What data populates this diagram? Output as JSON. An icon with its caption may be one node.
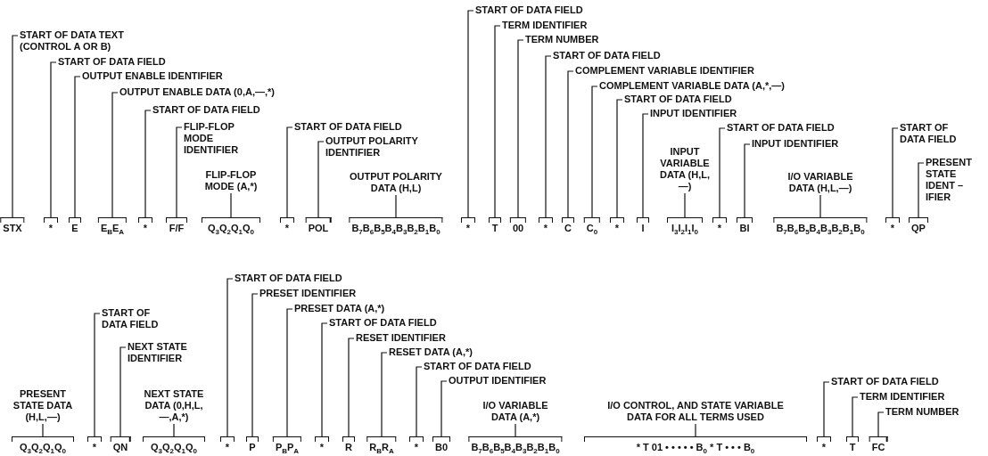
{
  "diagram": {
    "nodes": [
      {
        "text": [
          "STX"
        ]
      },
      {
        "text": [
          "*"
        ]
      },
      {
        "text": [
          "E"
        ]
      },
      {
        "text": [
          "E$_{B}$E$_{A}$"
        ]
      },
      {
        "text": [
          "*"
        ]
      },
      {
        "text": [
          "F/F"
        ]
      },
      {
        "text": [
          "Q$_{3}$Q$_{2}$Q$_{1}$Q$_{0}$"
        ]
      },
      {
        "text": [
          "*"
        ]
      },
      {
        "text": [
          "POL"
        ]
      },
      {
        "text": [
          "B$_{7}$B$_{6}$B$_{5}$B$_{4}$B$_{3}$B$_{2}$B$_{1}$B$_{0}$"
        ]
      },
      {
        "text": [
          "*"
        ]
      },
      {
        "text": [
          "T"
        ]
      },
      {
        "text": [
          "00"
        ]
      },
      {
        "text": [
          "*"
        ]
      },
      {
        "text": [
          "C"
        ]
      },
      {
        "text": [
          "C$_{0}$"
        ]
      },
      {
        "text": [
          "*"
        ]
      },
      {
        "text": [
          "I"
        ]
      },
      {
        "text": [
          "I$_{3}$I$_{2}$I$_{1}$I$_{0}$"
        ]
      },
      {
        "text": [
          "*"
        ]
      },
      {
        "text": [
          "BI"
        ]
      },
      {
        "text": [
          "B$_{7}$B$_{6}$B$_{5}$B$_{4}$B$_{3}$B$_{2}$B$_{1}$B$_{0}$"
        ]
      },
      {
        "text": [
          "*"
        ]
      },
      {
        "text": [
          "QP"
        ]
      },
      {
        "text": [
          "START OF DATA TEXT (CONTROL A OR B)"
        ]
      },
      {
        "text": [
          "START OF DATA FIELD"
        ]
      },
      {
        "text": [
          "OUTPUT ENABLE IDENTIFIER"
        ]
      },
      {
        "text": [
          "OUTPUT ENABLE DATA (0,A,—,*)"
        ]
      },
      {
        "text": [
          "START OF DATA FIELD"
        ]
      },
      {
        "text": [
          "FLIP-FLOP MODE IDENTIFIER"
        ]
      },
      {
        "text": [
          "FLIP-FLOP MODE (A,*)"
        ]
      },
      {
        "text": [
          "START OF DATA FIELD"
        ]
      },
      {
        "text": [
          "OUTPUT POLARITY IDENTIFIER"
        ]
      },
      {
        "text": [
          "OUTPUT POLARITY DATA (H,L)"
        ]
      },
      {
        "text": [
          "START OF DATA FIELD"
        ]
      },
      {
        "text": [
          "TERM IDENTIFIER"
        ]
      },
      {
        "text": [
          "TERM NUMBER"
        ]
      },
      {
        "text": [
          "START OF DATA FIELD"
        ]
      },
      {
        "text": [
          "COMPLEMENT VARIABLE IDENTIFIER"
        ]
      },
      {
        "text": [
          "COMPLEMENT VARIABLE DATA (A,*,—)"
        ]
      },
      {
        "text": [
          "START OF DATA FIELD"
        ]
      },
      {
        "text": [
          "INPUT IDENTIFIER"
        ]
      },
      {
        "text": [
          "INPUT VARIABLE DATA (H,L,—)"
        ]
      },
      {
        "text": [
          "START OF DATA FIELD"
        ]
      },
      {
        "text": [
          "INPUT IDENTIFIER"
        ]
      },
      {
        "text": [
          "I/O VARIABLE DATA (H,L,—)"
        ]
      },
      {
        "text": [
          "START OF DATA FIELD"
        ]
      },
      {
        "text": [
          "PRESENT STATE IDENT – IFIER"
        ]
      },
      {
        "text": [
          "Q$_{3}$Q$_{2}$Q$_{1}$Q$_{0}$"
        ]
      },
      {
        "text": [
          "*"
        ]
      },
      {
        "text": [
          "QN"
        ]
      },
      {
        "text": [
          "Q$_{3}$Q$_{2}$Q$_{1}$Q$_{0}$"
        ]
      },
      {
        "text": [
          "*"
        ]
      },
      {
        "text": [
          "P"
        ]
      },
      {
        "text": [
          "P$_{B}$P$_{A}$"
        ]
      },
      {
        "text": [
          "*"
        ]
      },
      {
        "text": [
          "R"
        ]
      },
      {
        "text": [
          "R$_{B}$R$_{A}$"
        ]
      },
      {
        "text": [
          "*"
        ]
      },
      {
        "text": [
          "B0"
        ]
      },
      {
        "text": [
          "B$_{7}$B$_{6}$B$_{5}$B$_{4}$B$_{3}$B$_{2}$B$_{1}$B$_{0}$"
        ]
      },
      {
        "text": [
          "* T 01 • • • • • B$_{0}$ * T • • • B$_{0}$"
        ]
      },
      {
        "text": [
          "*"
        ]
      },
      {
        "text": [
          "T"
        ]
      },
      {
        "text": [
          "FC"
        ]
      },
      {
        "text": [
          "PRESENT STATE DATA (H,L,—)"
        ]
      },
      {
        "text": [
          "START OF DATA FIELD"
        ]
      },
      {
        "text": [
          "NEXT STATE IDENTIFIER"
        ]
      },
      {
        "text": [
          "NEXT STATE DATA (0,H,L,—,A,*)"
        ]
      },
      {
        "text": [
          "START OF DATA FIELD"
        ]
      },
      {
        "text": [
          "PRESET IDENTIFIER"
        ]
      },
      {
        "text": [
          "PRESET DATA (A,*)"
        ]
      },
      {
        "text": [
          "START OF DATA FIELD"
        ]
      },
      {
        "text": [
          "RESET IDENTIFIER"
        ]
      },
      {
        "text": [
          "RESET DATA (A,*)"
        ]
      },
      {
        "text": [
          "START OF DATA FIELD"
        ]
      },
      {
        "text": [
          "OUTPUT IDENTIFIER"
        ]
      },
      {
        "text": [
          "I/O VARIABLE DATA (A,*)"
        ]
      },
      {
        "text": [
          "I/O CONTROL, AND STATE VARIABLE DATA FOR ALL TERMS USED"
        ]
      },
      {
        "text": [
          "START OF DATA FIELD"
        ]
      },
      {
        "text": [
          "TERM IDENTIFIER"
        ]
      },
      {
        "text": [
          "TERM NUMBER"
        ]
      }
    ],
    "edges": [
      {
        "from": 24,
        "to": 0,
        "arrow": "none"
      },
      {
        "from": 25,
        "to": 1,
        "arrow": "none"
      },
      {
        "from": 26,
        "to": 2,
        "arrow": "none"
      },
      {
        "from": 27,
        "to": 3,
        "arrow": "none"
      },
      {
        "from": 28,
        "to": 4,
        "arrow": "none"
      },
      {
        "from": 29,
        "to": 5,
        "arrow": "none"
      },
      {
        "from": 30,
        "to": 6,
        "arrow": "none"
      },
      {
        "from": 31,
        "to": 7,
        "arrow": "none"
      },
      {
        "from": 32,
        "to": 8,
        "arrow": "none"
      },
      {
        "from": 33,
        "to": 9,
        "arrow": "none"
      },
      {
        "from": 34,
        "to": 10,
        "arrow": "none"
      },
      {
        "from": 35,
        "to": 11,
        "arrow": "none"
      },
      {
        "from": 36,
        "to": 12,
        "arrow": "none"
      },
      {
        "from": 37,
        "to": 13,
        "arrow": "none"
      },
      {
        "from": 38,
        "to": 14,
        "arrow": "none"
      },
      {
        "from": 39,
        "to": 15,
        "arrow": "none"
      },
      {
        "from": 40,
        "to": 16,
        "arrow": "none"
      },
      {
        "from": 41,
        "to": 17,
        "arrow": "none"
      },
      {
        "from": 42,
        "to": 18,
        "arrow": "none"
      },
      {
        "from": 43,
        "to": 19,
        "arrow": "none"
      },
      {
        "from": 44,
        "to": 20,
        "arrow": "none"
      },
      {
        "from": 45,
        "to": 21,
        "arrow": "none"
      },
      {
        "from": 46,
        "to": 22,
        "arrow": "none"
      },
      {
        "from": 47,
        "to": 23,
        "arrow": "none"
      },
      {
        "from": 65,
        "to": 48,
        "arrow": "none"
      },
      {
        "from": 66,
        "to": 49,
        "arrow": "none"
      },
      {
        "from": 67,
        "to": 50,
        "arrow": "none"
      },
      {
        "from": 68,
        "to": 51,
        "arrow": "none"
      },
      {
        "from": 69,
        "to": 52,
        "arrow": "none"
      },
      {
        "from": 70,
        "to": 53,
        "arrow": "none"
      },
      {
        "from": 71,
        "to": 54,
        "arrow": "none"
      },
      {
        "from": 72,
        "to": 55,
        "arrow": "none"
      },
      {
        "from": 73,
        "to": 56,
        "arrow": "none"
      },
      {
        "from": 74,
        "to": 57,
        "arrow": "none"
      },
      {
        "from": 75,
        "to": 58,
        "arrow": "none"
      },
      {
        "from": 76,
        "to": 59,
        "arrow": "none"
      },
      {
        "from": 77,
        "to": 60,
        "arrow": "none"
      },
      {
        "from": 78,
        "to": 61,
        "arrow": "none"
      },
      {
        "from": 79,
        "to": 62,
        "arrow": "none"
      },
      {
        "from": 80,
        "to": 63,
        "arrow": "none"
      },
      {
        "from": 81,
        "to": 64,
        "arrow": "none"
      }
    ]
  }
}
